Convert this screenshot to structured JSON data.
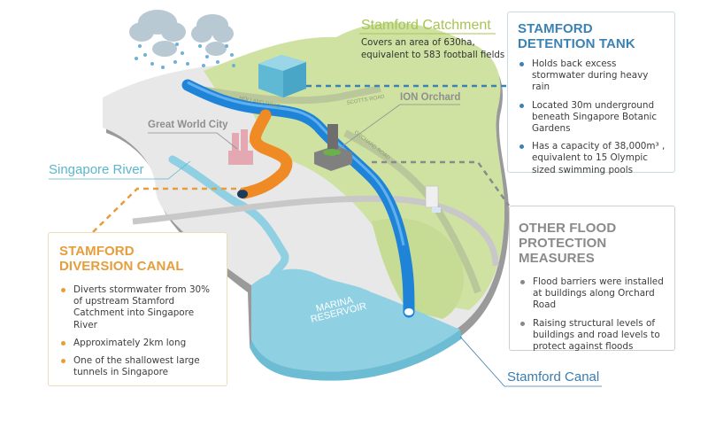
{
  "title": "Stamford flood protection infographic",
  "colors": {
    "land_green": "#cfe2a2",
    "land_grey": "#e6e6e6",
    "edge_grey": "#9a9a9a",
    "water": "#8fd0e2",
    "canal_blue": "#1f84d8",
    "diversion_orange": "#f08a24",
    "tank_cube": "#6cc3dc",
    "tank_accent": "#3b82b4",
    "diversion_accent": "#e69d3b",
    "other_accent": "#8a8a8a",
    "catchment_accent": "#a8c455",
    "river_accent": "#5bb6c9",
    "canal_accent": "#3b7cad"
  },
  "catchment": {
    "title": "Stamford Catchment",
    "description": "Covers an area of 630ha, equivalent to 583 football fields"
  },
  "detention_tank": {
    "title_line1": "STAMFORD",
    "title_line2": "DETENTION TANK",
    "bullets": [
      "Holds back excess stormwater during heavy rain",
      "Located 30m underground beneath Singapore Botanic Gardens",
      "Has a capacity of 38,000m³ , equivalent to 15 Olympic sized swimming pools"
    ]
  },
  "other_measures": {
    "title_line1": "OTHER FLOOD",
    "title_line2": "PROTECTION MEASURES",
    "bullets": [
      "Flood barriers were installed at buildings along Orchard Road",
      "Raising structural levels of buildings and road levels to protect against floods"
    ]
  },
  "diversion_canal": {
    "title_line1": "STAMFORD",
    "title_line2": "DIVERSION CANAL",
    "bullets": [
      "Diverts stormwater from 30% of upstream Stamford Catchment into Singapore River",
      "Approximately 2km long",
      "One of the shallowest large tunnels in Singapore"
    ]
  },
  "map_labels": {
    "great_world_city": "Great World City",
    "ion_orchard": "ION Orchard",
    "singapore_river": "Singapore River",
    "stamford_canal": "Stamford Canal",
    "marina_line1": "MARINA",
    "marina_line2": "RESERVOIR",
    "road_1": "HOLLAND ROAD",
    "road_2": "ORCHARD ROAD",
    "road_3": "SCOTTS ROAD"
  },
  "icons": {
    "rain": "rain-cloud-icon",
    "tank": "detention-tank-cube-icon"
  }
}
